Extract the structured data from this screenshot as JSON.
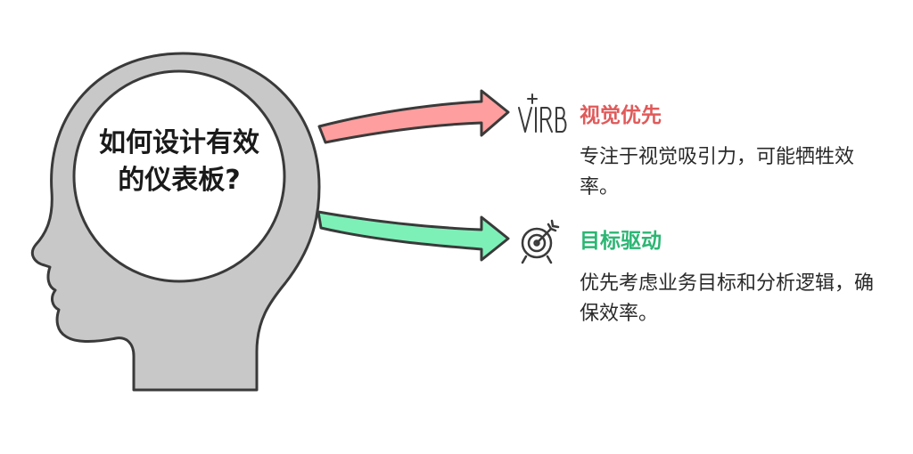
{
  "question": "如何设计有效的仪表板?",
  "options": [
    {
      "title": "视觉优先",
      "description": "专注于视觉吸引力，可能牺牲效率。",
      "icon": "virb-icon",
      "color": "#e05a5a",
      "arrow_color": "#ff9e9e"
    },
    {
      "title": "目标驱动",
      "description": "优先考虑业务目标和分析逻辑，确保效率。",
      "icon": "target-icon",
      "color": "#2bb673",
      "arrow_color": "#7df0b8"
    }
  ],
  "colors": {
    "head_fill": "#c8c8c8",
    "head_stroke": "#3a3a3a",
    "circle_fill": "#ffffff"
  }
}
